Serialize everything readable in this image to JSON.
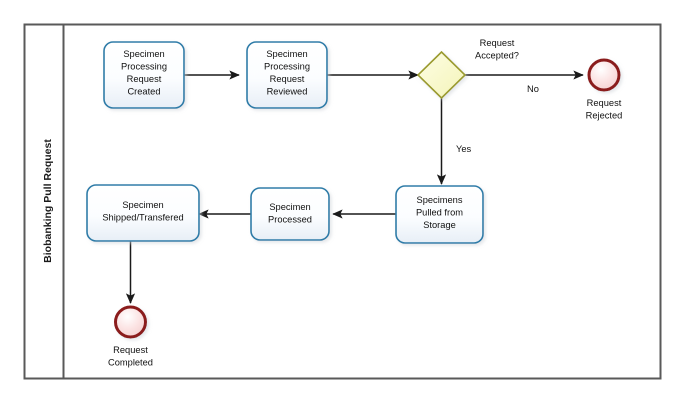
{
  "diagram": {
    "type": "bpmn-process",
    "pool": {
      "lane_title": "Biobanking Pull Request"
    },
    "colors": {
      "task_border": "#2e7ca8",
      "task_fill_top": "#ffffff",
      "task_fill_bottom": "#eaf0f6",
      "gateway_border": "#9a9a2e",
      "gateway_fill": "#fbfbd0",
      "end_event_border": "#8b1a1a",
      "end_event_fill": "#fbe4e4",
      "pool_border": "#595959",
      "connector": "#1a1a1a",
      "text": "#111111",
      "background": "#ffffff"
    },
    "tasks": [
      {
        "id": "t1",
        "label_lines": [
          "Specimen",
          "Processing",
          "Request",
          "Created"
        ]
      },
      {
        "id": "t2",
        "label_lines": [
          "Specimen",
          "Processing",
          "Request",
          "Reviewed"
        ]
      },
      {
        "id": "t3",
        "label_lines": [
          "Specimens",
          "Pulled from",
          "Storage"
        ]
      },
      {
        "id": "t4",
        "label_lines": [
          "Specimen",
          "Processed"
        ]
      },
      {
        "id": "t5",
        "label_lines": [
          "Specimen",
          "Shipped/Transfered"
        ]
      }
    ],
    "gateways": [
      {
        "id": "g1",
        "label_lines": [
          "Request",
          "Accepted?"
        ],
        "shape": "exclusive-diamond"
      }
    ],
    "end_events": [
      {
        "id": "e1",
        "label_lines": [
          "Request",
          "Rejected"
        ]
      },
      {
        "id": "e2",
        "label_lines": [
          "Request",
          "Completed"
        ]
      }
    ],
    "flows": [
      {
        "id": "f1",
        "from": "t1",
        "to": "t2",
        "label": ""
      },
      {
        "id": "f2",
        "from": "t2",
        "to": "g1",
        "label": ""
      },
      {
        "id": "f3",
        "from": "g1",
        "to": "e1",
        "label": "No"
      },
      {
        "id": "f4",
        "from": "g1",
        "to": "t3",
        "label": "Yes"
      },
      {
        "id": "f5",
        "from": "t3",
        "to": "t4",
        "label": ""
      },
      {
        "id": "f6",
        "from": "t4",
        "to": "t5",
        "label": ""
      },
      {
        "id": "f7",
        "from": "t5",
        "to": "e2",
        "label": ""
      }
    ]
  }
}
